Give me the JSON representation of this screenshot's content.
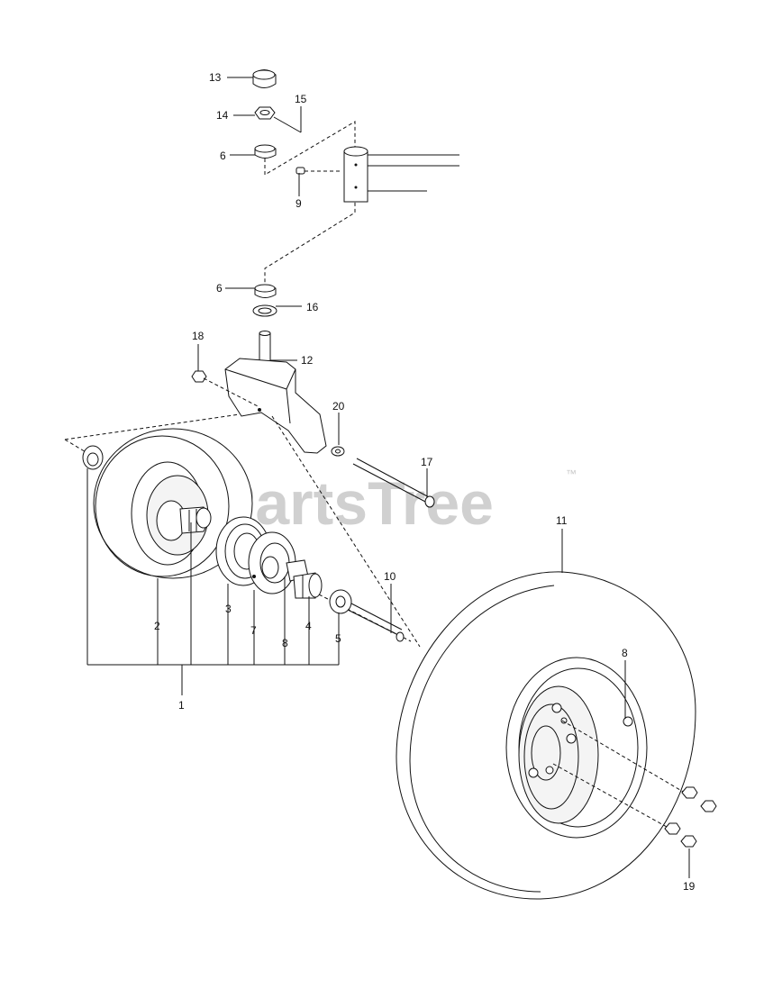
{
  "watermark": {
    "text": "PartsTree",
    "tm": "™"
  },
  "callouts": {
    "c1": "1",
    "c2": "2",
    "c3": "3",
    "c4": "4",
    "c5": "5",
    "c6a": "6",
    "c6b": "6",
    "c7": "7",
    "c8a": "8",
    "c8b": "8",
    "c9": "9",
    "c10": "10",
    "c11": "11",
    "c12": "12",
    "c13": "13",
    "c14": "14",
    "c15": "15",
    "c16": "16",
    "c17": "17",
    "c18": "18",
    "c19": "19",
    "c20": "20"
  }
}
